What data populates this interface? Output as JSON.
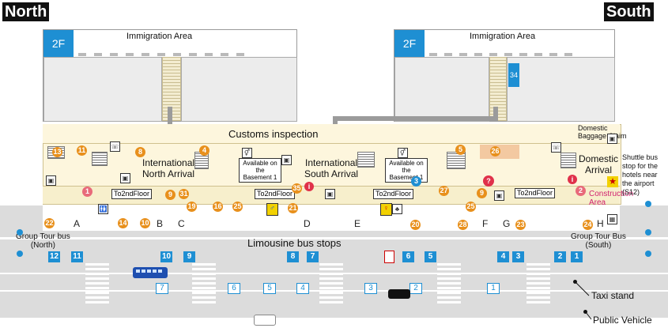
{
  "corners": {
    "north": "North",
    "south": "South"
  },
  "floor2": {
    "north": {
      "badge": "2F",
      "title": "Immigration Area"
    },
    "south": {
      "badge": "2F",
      "title": "Immigration Area",
      "marker": "34"
    }
  },
  "customs": {
    "title": "Customs inspection"
  },
  "domestic_baggage": "Domestic\nBaggage Claim",
  "arrivals": {
    "north": "International\nNorth Arrival",
    "south": "International\nSouth Arrival",
    "domestic": "Domestic\nArrival"
  },
  "basement_notes": [
    "Available on the Basement 1",
    "Available on the Basement 1"
  ],
  "to2ndfloor": [
    "To2ndFloor",
    "To2ndFloor",
    "To2ndFloor",
    "To2ndFloor"
  ],
  "construction": "Construction\nArea",
  "shuttle": "Shuttle bus\nstop for the\nhotels near\nthe airport\n(S12)",
  "group_north": "Group Tour bus\n(North)",
  "group_south": "Group Tour Bus\n(South)",
  "limousine": "Limousine bus stops",
  "gates": [
    "A",
    "B",
    "C",
    "D",
    "E",
    "F",
    "G",
    "H"
  ],
  "orange_numbers": [
    "13",
    "11",
    "8",
    "4",
    "5",
    "26",
    "22",
    "14",
    "10",
    "19",
    "16",
    "25",
    "9",
    "31",
    "21",
    "35",
    "27",
    "9",
    "25",
    "20",
    "28",
    "23",
    "24"
  ],
  "red_numbers": [
    "1",
    "2",
    "?"
  ],
  "blue_circle": "3",
  "stops_top": [
    "12",
    "11",
    "10",
    "9",
    "8",
    "7",
    "6",
    "5",
    "4",
    "3",
    "2",
    "1"
  ],
  "stops_bottom": [
    "7",
    "6",
    "5",
    "4",
    "3",
    "2",
    "1"
  ],
  "taxi": "Taxi stand",
  "public": "Public Vehicle",
  "colors": {
    "accent": "#1e8fd3",
    "orange": "#e8901c",
    "red": "#e0314a",
    "road": "#dcdcdc"
  }
}
